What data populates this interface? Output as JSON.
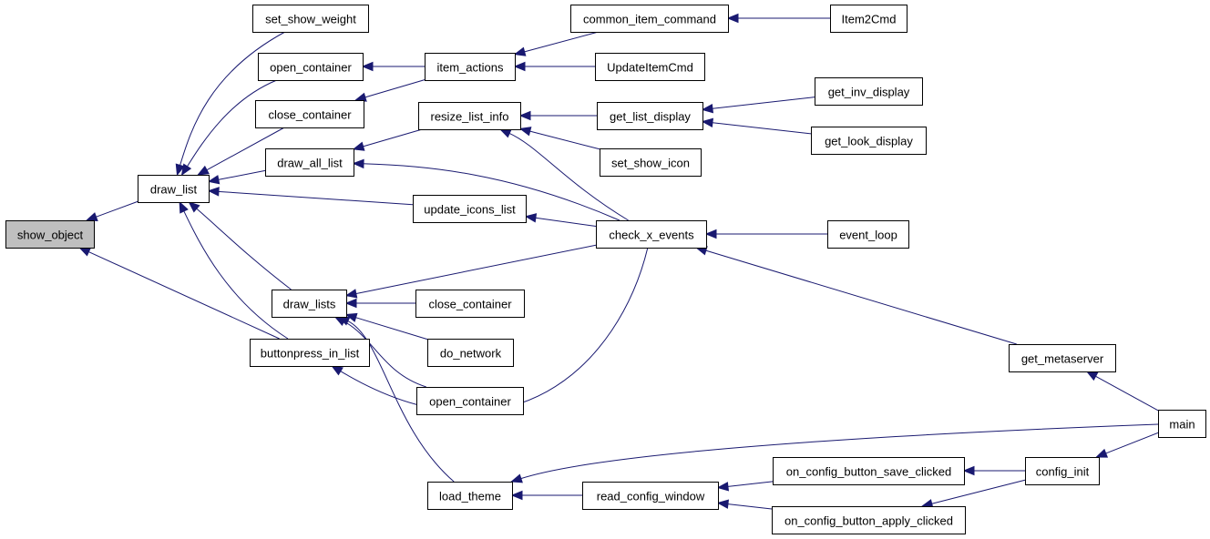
{
  "nodes": {
    "show_object": "show_object",
    "draw_list": "draw_list",
    "set_show_weight": "set_show_weight",
    "open_container_1": "open_container",
    "close_container_1": "close_container",
    "draw_all_list": "draw_all_list",
    "item_actions": "item_actions",
    "common_item_command": "common_item_command",
    "Item2Cmd": "Item2Cmd",
    "UpdateItemCmd": "UpdateItemCmd",
    "resize_list_info": "resize_list_info",
    "get_list_display": "get_list_display",
    "get_inv_display": "get_inv_display",
    "get_look_display": "get_look_display",
    "set_show_icon": "set_show_icon",
    "update_icons_list": "update_icons_list",
    "check_x_events": "check_x_events",
    "event_loop": "event_loop",
    "draw_lists": "draw_lists",
    "close_container_2": "close_container",
    "do_network": "do_network",
    "open_container_2": "open_container",
    "buttonpress_in_list": "buttonpress_in_list",
    "get_metaserver": "get_metaserver",
    "main": "main",
    "load_theme": "load_theme",
    "read_config_window": "read_config_window",
    "on_config_button_save_clicked": "on_config_button_save_clicked",
    "on_config_button_apply_clicked": "on_config_button_apply_clicked",
    "config_init": "config_init"
  },
  "edges": [
    [
      "draw_list",
      "show_object"
    ],
    [
      "buttonpress_in_list",
      "show_object"
    ],
    [
      "set_show_weight",
      "draw_list"
    ],
    [
      "open_container_1",
      "draw_list"
    ],
    [
      "close_container_1",
      "draw_list"
    ],
    [
      "draw_all_list",
      "draw_list"
    ],
    [
      "update_icons_list",
      "draw_list"
    ],
    [
      "draw_lists",
      "draw_list"
    ],
    [
      "buttonpress_in_list",
      "draw_list"
    ],
    [
      "item_actions",
      "open_container_1"
    ],
    [
      "item_actions",
      "close_container_1"
    ],
    [
      "common_item_command",
      "item_actions"
    ],
    [
      "UpdateItemCmd",
      "item_actions"
    ],
    [
      "Item2Cmd",
      "common_item_command"
    ],
    [
      "resize_list_info",
      "draw_all_list"
    ],
    [
      "check_x_events",
      "draw_all_list"
    ],
    [
      "get_list_display",
      "resize_list_info"
    ],
    [
      "set_show_icon",
      "resize_list_info"
    ],
    [
      "check_x_events",
      "resize_list_info"
    ],
    [
      "get_inv_display",
      "get_list_display"
    ],
    [
      "get_look_display",
      "get_list_display"
    ],
    [
      "check_x_events",
      "update_icons_list"
    ],
    [
      "event_loop",
      "check_x_events"
    ],
    [
      "get_metaserver",
      "check_x_events"
    ],
    [
      "check_x_events",
      "draw_lists"
    ],
    [
      "close_container_2",
      "draw_lists"
    ],
    [
      "do_network",
      "draw_lists"
    ],
    [
      "open_container_2",
      "draw_lists"
    ],
    [
      "load_theme",
      "draw_lists"
    ],
    [
      "check_x_events",
      "buttonpress_in_list"
    ],
    [
      "main",
      "get_metaserver"
    ],
    [
      "main",
      "load_theme"
    ],
    [
      "read_config_window",
      "load_theme"
    ],
    [
      "on_config_button_save_clicked",
      "read_config_window"
    ],
    [
      "on_config_button_apply_clicked",
      "read_config_window"
    ],
    [
      "config_init",
      "on_config_button_save_clicked"
    ],
    [
      "config_init",
      "on_config_button_apply_clicked"
    ],
    [
      "main",
      "config_init"
    ]
  ],
  "colors": {
    "edge": "#191970",
    "highlight_fill": "#bfbfbf",
    "node_fill": "#ffffff",
    "node_border": "#000000"
  }
}
